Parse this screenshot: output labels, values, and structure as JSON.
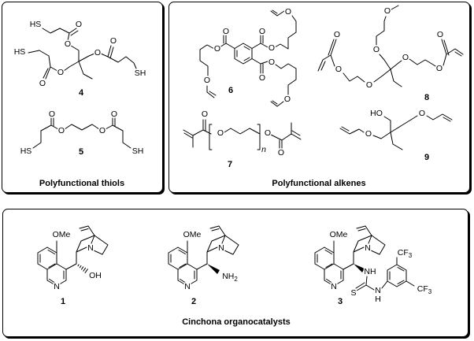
{
  "panels": {
    "thiols": {
      "title": "Polyfunctional thiols",
      "compound_4": {
        "label": "4",
        "atoms": [
          "HS",
          "O",
          "O",
          "O",
          "O",
          "SH",
          "HS",
          "O",
          "O"
        ]
      },
      "compound_5": {
        "label": "5",
        "atoms": [
          "O",
          "O",
          "O",
          "O",
          "HS",
          "SH"
        ]
      }
    },
    "alkenes": {
      "title": "Polyfunctional alkenes",
      "compound_6": {
        "label": "6",
        "atoms": [
          "O",
          "O",
          "O",
          "O",
          "O",
          "O",
          "O",
          "O",
          "O"
        ]
      },
      "compound_7": {
        "label": "7",
        "atoms": [
          "O",
          "O",
          "O",
          "O"
        ],
        "repeat": "n"
      },
      "compound_8": {
        "label": "8",
        "atoms": [
          "O",
          "O",
          "O",
          "O",
          "O",
          "O",
          "O",
          "O"
        ]
      },
      "compound_9": {
        "label": "9",
        "atoms": [
          "HO",
          "O",
          "O"
        ]
      }
    },
    "cinchona": {
      "title": "Cinchona organocatalysts",
      "compounds": [
        {
          "label": "1",
          "ome": "OMe",
          "n_quinoline": "N",
          "n_quinuclidine": "N",
          "substituent": {
            "main": "OH",
            "sub": ""
          }
        },
        {
          "label": "2",
          "ome": "OMe",
          "n_quinoline": "N",
          "n_quinuclidine": "N",
          "substituent": {
            "main": "NH",
            "sub": "2"
          }
        },
        {
          "label": "3",
          "ome": "OMe",
          "n_quinoline": "N",
          "n_quinuclidine": "N",
          "substituent": {
            "main": "NH",
            "sub": ""
          },
          "thiourea": {
            "s": "S",
            "n": "N",
            "h": "H",
            "cf3_top": {
              "main": "CF",
              "sub": "3"
            },
            "cf3_bottom": {
              "main": "CF",
              "sub": "3"
            }
          }
        }
      ]
    }
  }
}
